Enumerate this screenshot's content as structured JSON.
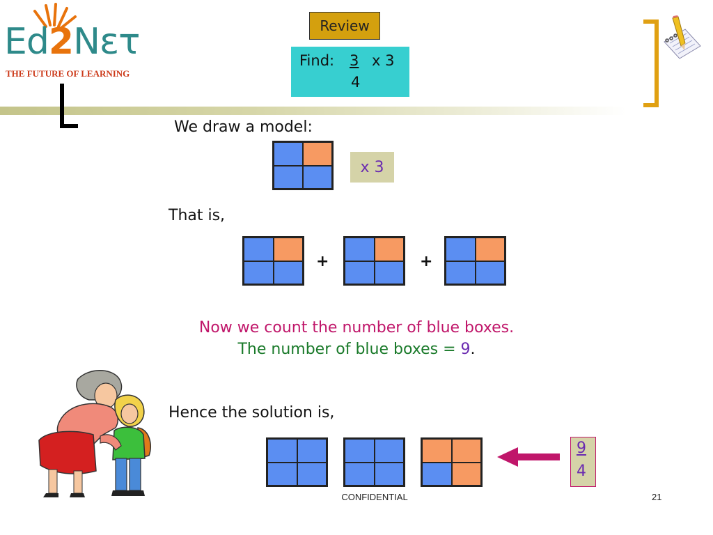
{
  "logo": {
    "brand_prefix": "Ed",
    "brand_two": "2",
    "brand_suffix": "Nετ",
    "tagline": "THE FUTURE OF LEARNING"
  },
  "header": {
    "badge": "Review"
  },
  "problem": {
    "find_label": "Find:",
    "numerator": "3",
    "denominator": "4",
    "operator": "x 3"
  },
  "model": {
    "intro": "We draw a model:",
    "multiplier": "x 3"
  },
  "expansion": {
    "intro": "That is,",
    "plus_1": "+",
    "plus_2": "+"
  },
  "counting": {
    "line1": "Now we count the number of blue boxes.",
    "line2_prefix": "The number of blue boxes = ",
    "line2_value": "9",
    "line2_suffix": "."
  },
  "solution": {
    "intro": "Hence the solution is,",
    "numerator": "9",
    "denominator": "4"
  },
  "footer": {
    "label": "CONFIDENTIAL",
    "page": "21"
  },
  "colors": {
    "blue_cell": "#5b8ef2",
    "orange_cell": "#f79a62",
    "accent_pink": "#c0166a",
    "accent_green": "#1a7a2a",
    "accent_purple": "#6a2ab0"
  },
  "icons": {
    "logo_rays": "sun-rays-icon",
    "notepad": "pencil-notepad-icon",
    "clipart": "teacher-student-clipart",
    "arrow": "arrow-left-icon"
  }
}
